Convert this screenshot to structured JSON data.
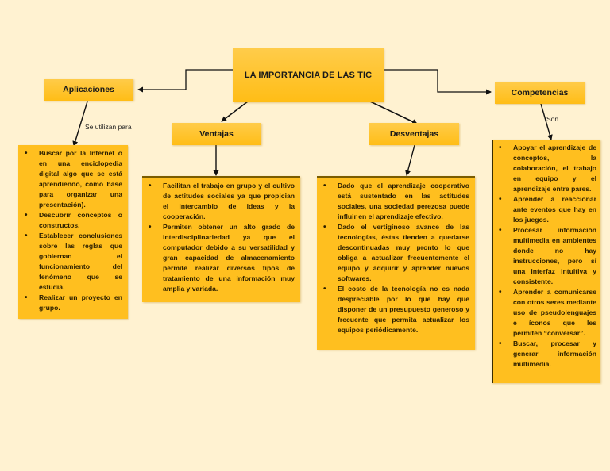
{
  "diagram": {
    "central": {
      "label": "LA IMPORTANCIA DE LAS TIC"
    },
    "branches": {
      "aplicaciones": {
        "label": "Aplicaciones",
        "connector_label": "Se utilizan para",
        "items": [
          "Buscar por la Internet o en una enciclopedia digital algo que se está aprendiendo, como base para organizar una presentación).",
          "Descubrir conceptos o constructos.",
          "Establecer conclusiones sobre las reglas que gobiernan el funcionamiento del fenómeno que se estudia.",
          "Realizar un proyecto en grupo."
        ]
      },
      "ventajas": {
        "label": "Ventajas",
        "items": [
          "Facilitan el trabajo en grupo y el cultivo de actitudes sociales ya que propician el intercambio de ideas y la cooperación.",
          "Permiten obtener un alto grado de interdisciplinariedad ya que el computador debido a su versatilidad y gran capacidad de almacenamiento permite realizar diversos tipos de tratamiento de una información muy amplia y variada."
        ]
      },
      "desventajas": {
        "label": "Desventajas",
        "items": [
          "Dado que el aprendizaje cooperativo está sustentado en las actitudes sociales, una sociedad perezosa puede influir en el aprendizaje efectivo.",
          "Dado el vertiginoso avance de las tecnologías, éstas tienden a quedarse descontinuadas muy pronto lo que obliga a actualizar frecuentemente el equipo y adquirir y aprender nuevos softwares.",
          "El costo de la tecnología no es nada despreciable por lo que hay que disponer de un presupuesto generoso y frecuente que permita actualizar los equipos periódicamente."
        ]
      },
      "competencias": {
        "label": "Competencias",
        "connector_label": "Son",
        "items": [
          "Apoyar el aprendizaje de conceptos, la colaboración, el trabajo en equipo y el aprendizaje entre pares.",
          "Aprender a reaccionar ante eventos que hay en los juegos.",
          "Procesar información multimedia en ambientes donde no hay instrucciones, pero sí una interfaz intuitiva y consistente.",
          "Aprender a comunicarse con otros seres mediante uso de pseudolenguajes e íconos que les permiten “conversar”.",
          "Buscar, procesar y generar información multimedia."
        ]
      }
    }
  },
  "colors": {
    "background": "#fff2d1",
    "node_fill": "#ffbf1f",
    "connector": "#111111"
  }
}
